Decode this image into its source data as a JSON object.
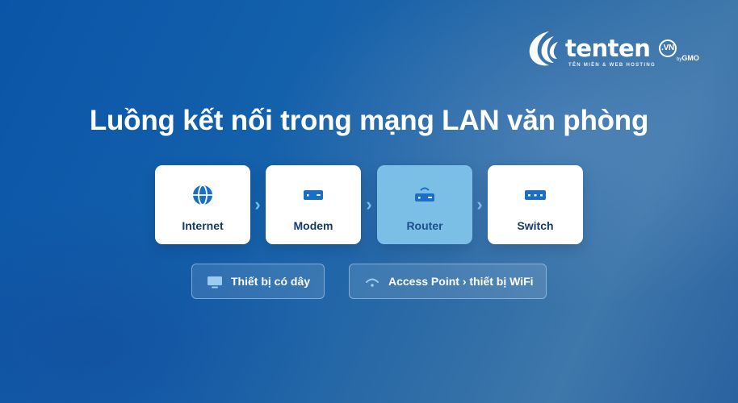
{
  "brand": {
    "wordmark": "tenten",
    "domain_badge": ".VN",
    "by_label": "by",
    "parent": "GMO",
    "tagline": "TÊN MIỀN & WEB HOSTING"
  },
  "title": "Luồng kết nối trong mạng LAN văn phòng",
  "flow": [
    {
      "label": "Internet",
      "icon": "globe-icon",
      "active": false
    },
    {
      "label": "Modem",
      "icon": "modem-icon",
      "active": false
    },
    {
      "label": "Router",
      "icon": "router-icon",
      "active": true
    },
    {
      "label": "Switch",
      "icon": "switch-icon",
      "active": false
    }
  ],
  "arrow_glyph": "›",
  "branches": [
    {
      "label": "Thiết bị có dây",
      "icon": "monitor-icon"
    },
    {
      "label": "Access Point › thiết bị WiFi",
      "icon": "wifi-icon"
    }
  ],
  "colors": {
    "background": "#1360ab",
    "card": "#ffffff",
    "card_active": "#7cbfe6",
    "icon": "#1a6fc4",
    "label": "#163a6b",
    "arrow": "#7cbfe6"
  }
}
